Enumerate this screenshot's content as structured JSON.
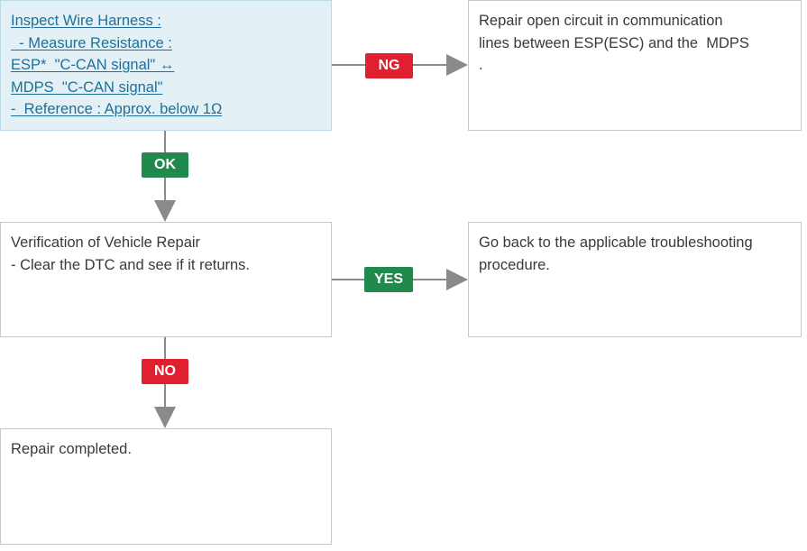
{
  "flow": {
    "inspect_box": {
      "lines": [
        "Inspect Wire Harness :",
        "  - Measure Resistance :",
        "ESP*  \"C-CAN signal\" ↔",
        "MDPS  \"C-CAN signal\"",
        "-  Reference : Approx. below 1Ω"
      ]
    },
    "repair_open_box": {
      "lines": [
        "Repair open circuit in communication",
        "lines between ESP(ESC) and the  MDPS",
        "."
      ]
    },
    "verification_box": {
      "lines": [
        "Verification of Vehicle Repair",
        "- Clear the DTC and see if it returns."
      ]
    },
    "go_back_box": {
      "lines": [
        "Go back to the applicable troubleshooting",
        "procedure."
      ]
    },
    "completed_box": {
      "lines": [
        "Repair completed."
      ]
    },
    "badges": {
      "ng": "NG",
      "ok": "OK",
      "yes": "YES",
      "no": "NO"
    },
    "colors": {
      "badge_red": "#e0202e",
      "badge_green": "#1f8a4c",
      "arrow_gray": "#8a8a8a",
      "highlight_bg": "#e3f1f6",
      "link_text": "#1f6f9a"
    }
  }
}
